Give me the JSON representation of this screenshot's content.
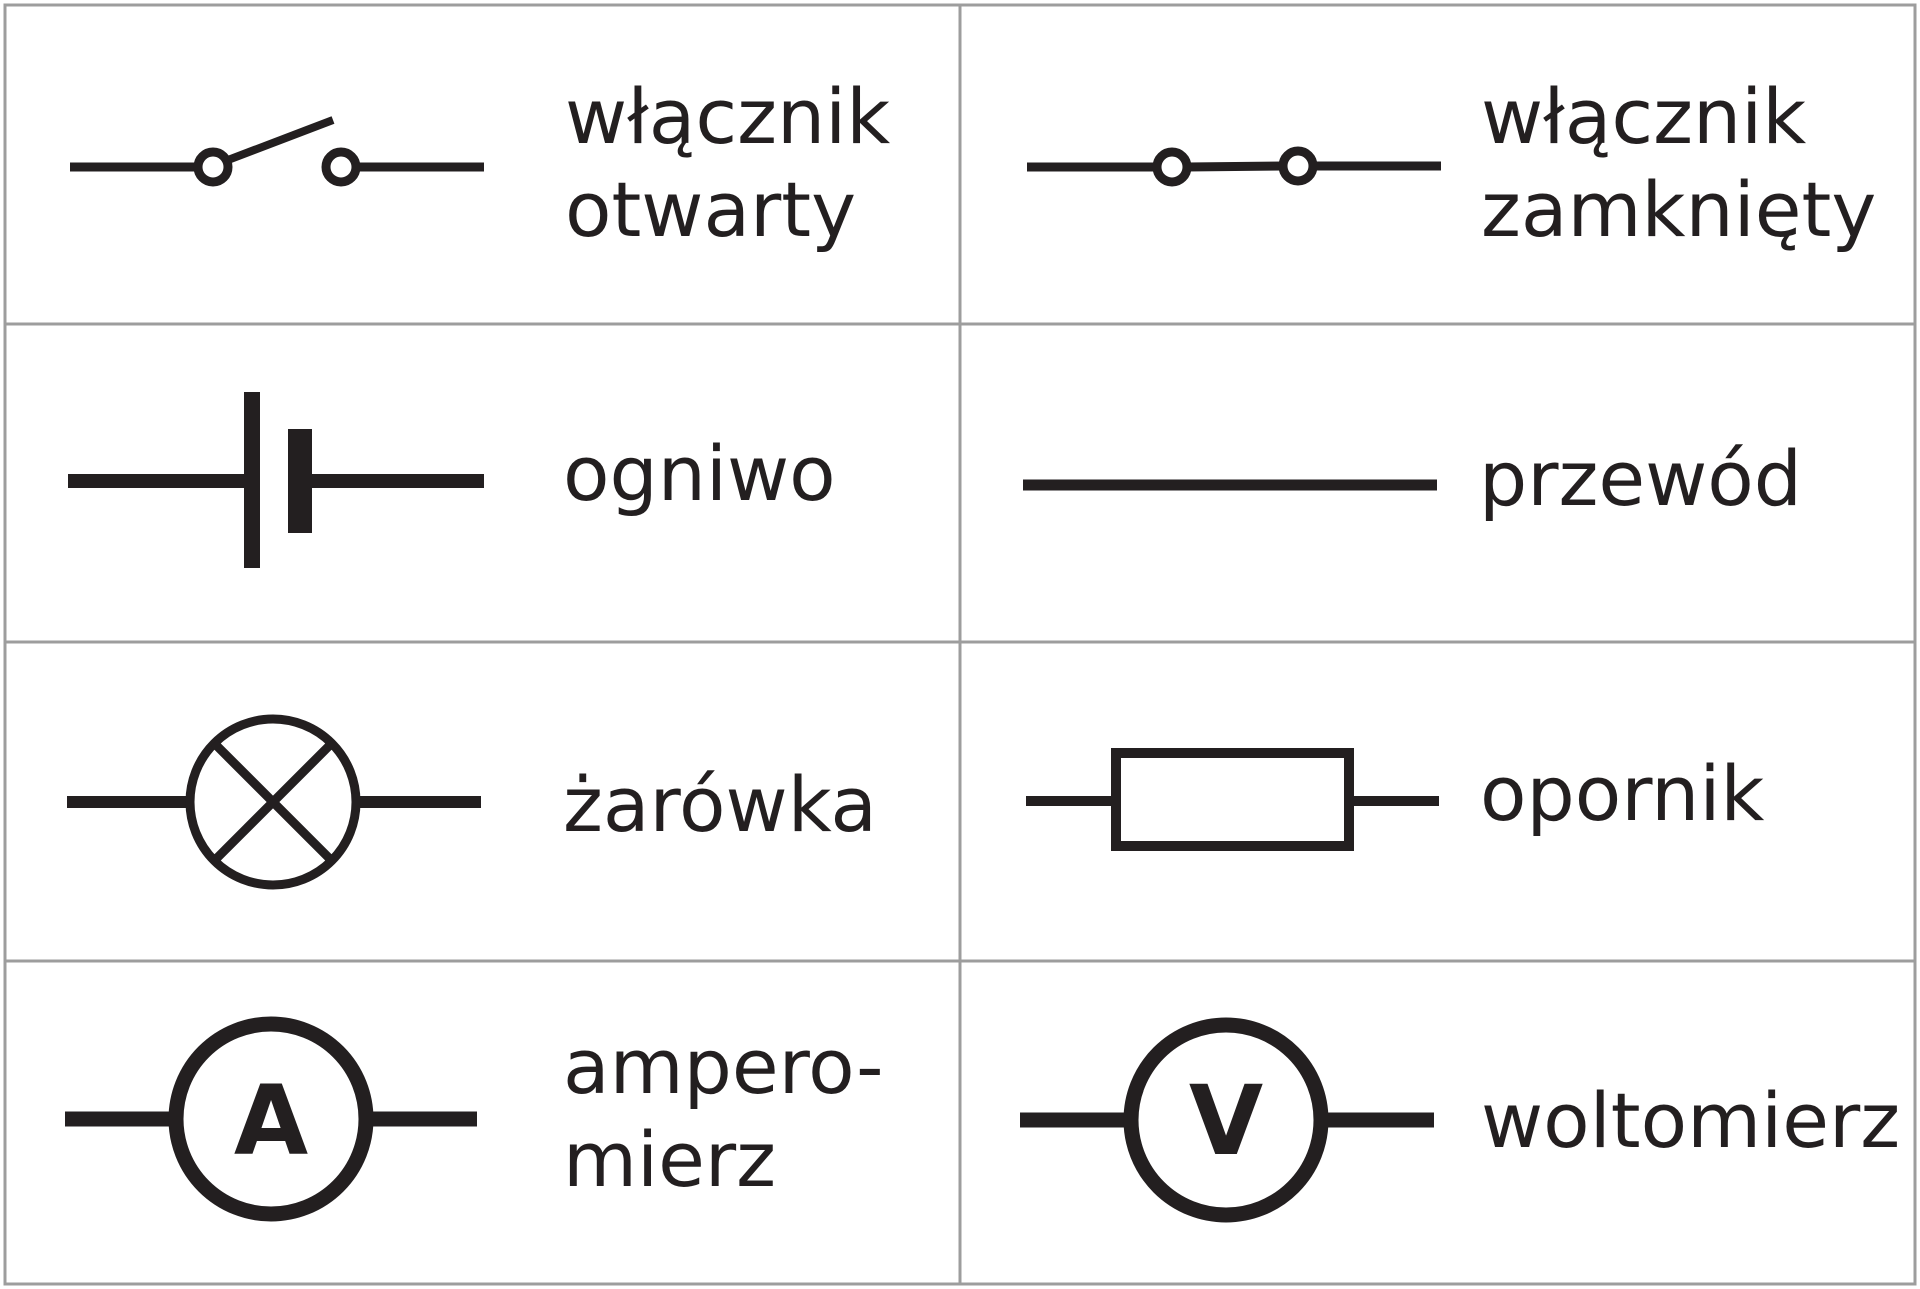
{
  "colors": {
    "ink": "#231f20",
    "grid": "#9d9d9d",
    "background": "#ffffff"
  },
  "symbols": [
    {
      "key": "open_switch",
      "icon": "open-switch-icon",
      "label_lines": [
        "włącznik",
        "otwarty"
      ]
    },
    {
      "key": "closed_switch",
      "icon": "closed-switch-icon",
      "label_lines": [
        "włącznik",
        "zamknięty"
      ]
    },
    {
      "key": "cell",
      "icon": "cell-icon",
      "label_lines": [
        "ogniwo"
      ]
    },
    {
      "key": "wire",
      "icon": "wire-icon",
      "label_lines": [
        "przewód"
      ]
    },
    {
      "key": "bulb",
      "icon": "bulb-icon",
      "label_lines": [
        "żarówka"
      ]
    },
    {
      "key": "resistor",
      "icon": "resistor-icon",
      "label_lines": [
        "opornik"
      ]
    },
    {
      "key": "ammeter",
      "icon": "ammeter-icon",
      "label_lines": [
        "ampero-",
        "mierz"
      ],
      "glyph": "A"
    },
    {
      "key": "voltmeter",
      "icon": "voltmeter-icon",
      "label_lines": [
        "woltomierz"
      ],
      "glyph": "V"
    }
  ]
}
